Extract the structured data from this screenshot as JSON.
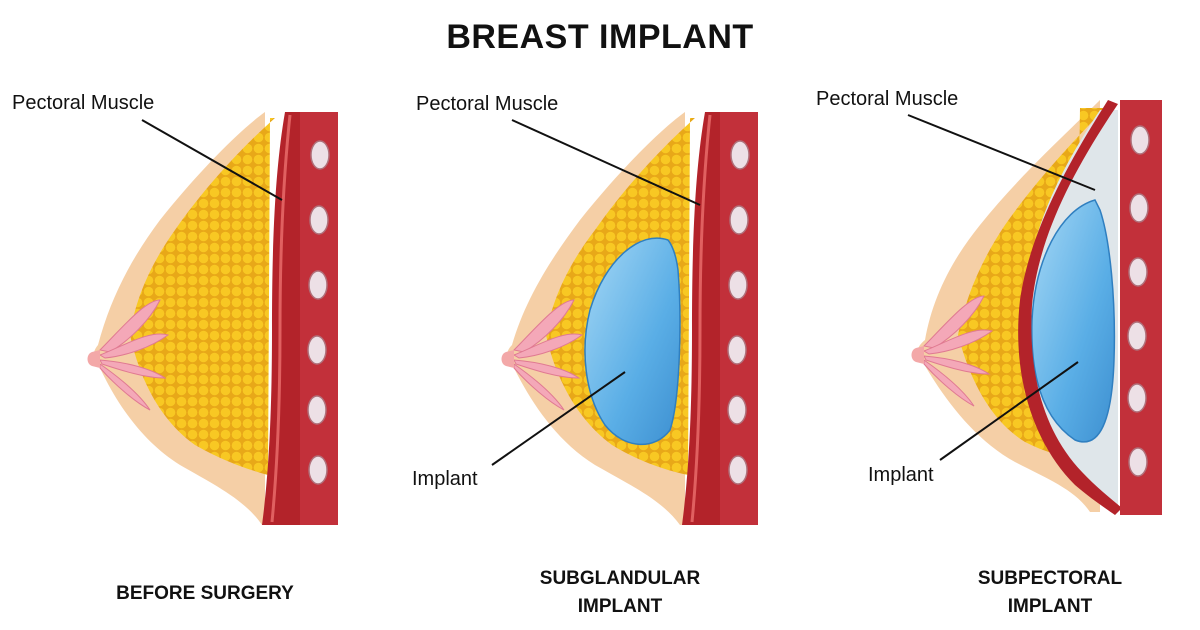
{
  "title": "BREAST IMPLANT",
  "panels": [
    {
      "label_muscle": "Pectoral Muscle",
      "label_implant": "",
      "caption": "BEFORE SURGERY"
    },
    {
      "label_muscle": "Pectoral Muscle",
      "label_implant": "Implant",
      "caption_line1": "SUBGLANDULAR",
      "caption_line2": "IMPLANT"
    },
    {
      "label_muscle": "Pectoral Muscle",
      "label_implant": "Implant",
      "caption_line1": "SUBPECTORAL",
      "caption_line2": "IMPLANT"
    }
  ],
  "colors": {
    "skin": "#f5cfa6",
    "fat": "#f6c21d",
    "fat_dark": "#e6a010",
    "muscle": "#b3232a",
    "muscle_light": "#d94a4a",
    "implant": "#5aaee6",
    "implant_light": "#a6d8f5",
    "gland": "#f4a8b8",
    "rib": "#e8d8e0"
  }
}
